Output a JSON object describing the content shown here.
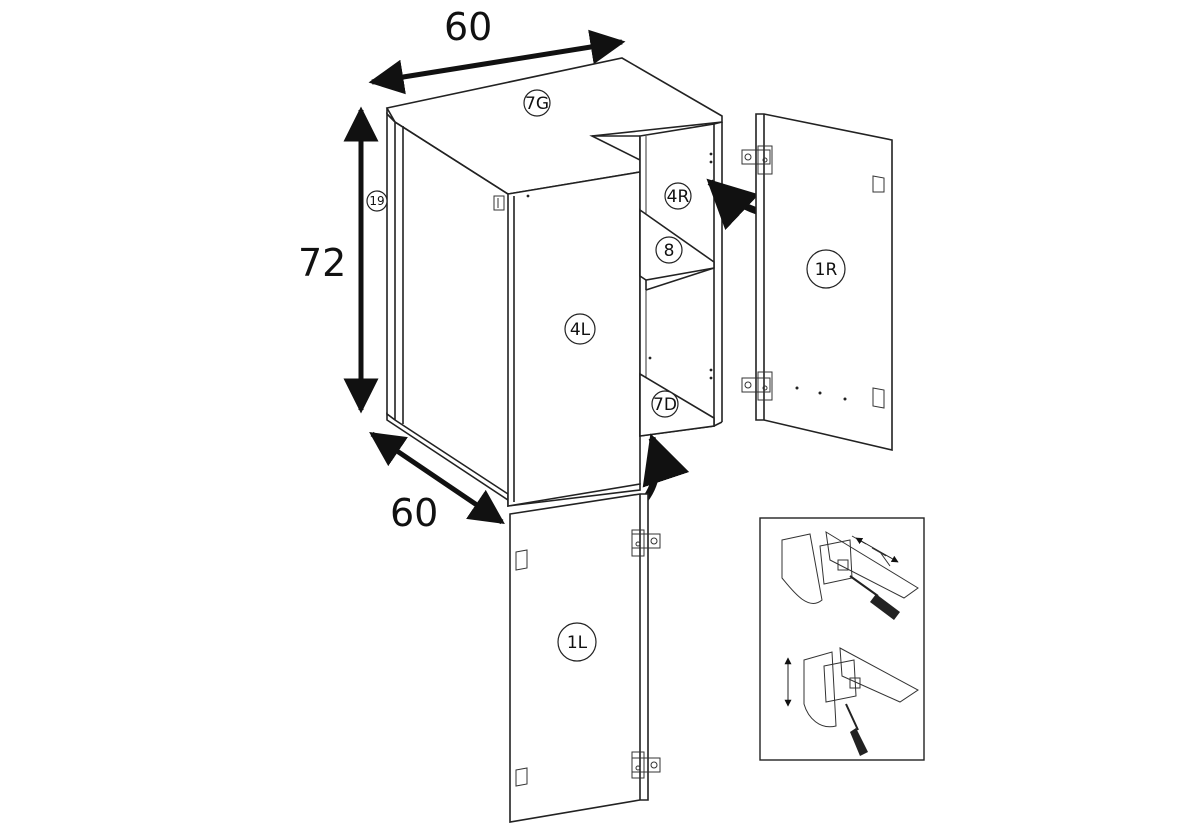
{
  "dimensions": {
    "width_top": "60",
    "height": "72",
    "depth_bottom": "60"
  },
  "parts": {
    "top": "7G",
    "side_panel": "19",
    "right_inner_side": "4R",
    "shelf": "8",
    "left_side": "4L",
    "bottom": "7D",
    "right_door": "1R",
    "left_door": "1L"
  },
  "icons": {
    "hinge": "hinge-icon",
    "screwdriver": "screwdriver-icon",
    "curved_arrow": "curved-arrow-icon",
    "dimension_arrow": "double-arrow-icon"
  }
}
